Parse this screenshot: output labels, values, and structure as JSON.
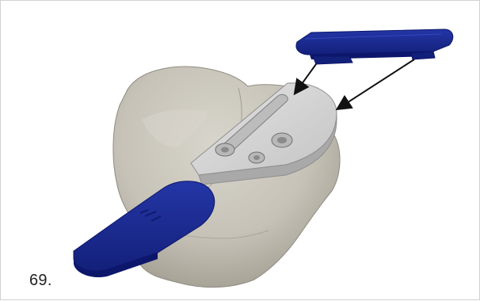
{
  "figure": {
    "number_label": "69.",
    "parts": {
      "bone": "tibial-bone",
      "baseplate": "tibial-baseplate",
      "upper_insert": "insert-block",
      "lower_insert": "paddle-block",
      "arrows": [
        "arrow-to-front-slot",
        "arrow-to-rear-edge"
      ]
    },
    "colors": {
      "bone_fill": "#c9c6bc",
      "bone_shadow": "#9f9b90",
      "plate_fill": "#d2d2d2",
      "plate_edge": "#8e8e8e",
      "insert_fill": "#1b2b8d",
      "insert_dark": "#0c166b",
      "insert_edge": "#3a4fd0",
      "arrow": "#111111"
    }
  }
}
